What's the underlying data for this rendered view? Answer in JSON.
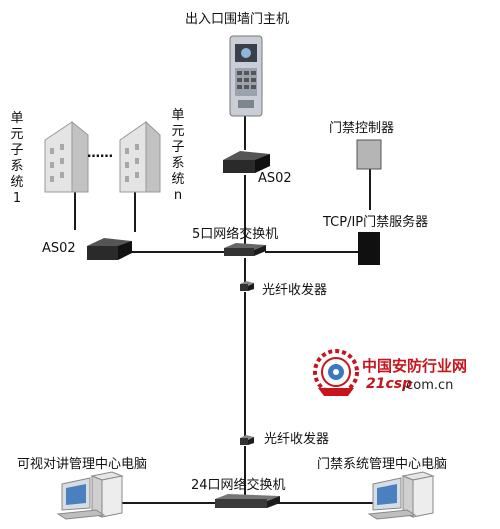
{
  "nodes": {
    "main_unit": "出入口围墙门主机",
    "access_controller": "门禁控制器",
    "as02_top": "AS02",
    "tcpip_server": "TCP/IP门禁服务器",
    "unit_left": "单元子系统1",
    "unit_right": "单元子系统n",
    "as02_left": "AS02",
    "switch5": "5口网络交换机",
    "fiber_top": "光纤收发器",
    "fiber_bottom": "光纤收发器",
    "pc_left": "可视对讲管理中心电脑",
    "pc_right": "门禁系统管理中心电脑",
    "switch24": "24口网络交换机",
    "ellipsis": "……"
  },
  "watermark": {
    "name": "中国安防行业网",
    "brand": "21csp",
    "domain": ".com.cn"
  },
  "colors": {
    "line": "#1a1a1a",
    "watermark_red": "#c8141c",
    "device_dark": "#2a2a2a",
    "building": "#d6d6d6"
  }
}
